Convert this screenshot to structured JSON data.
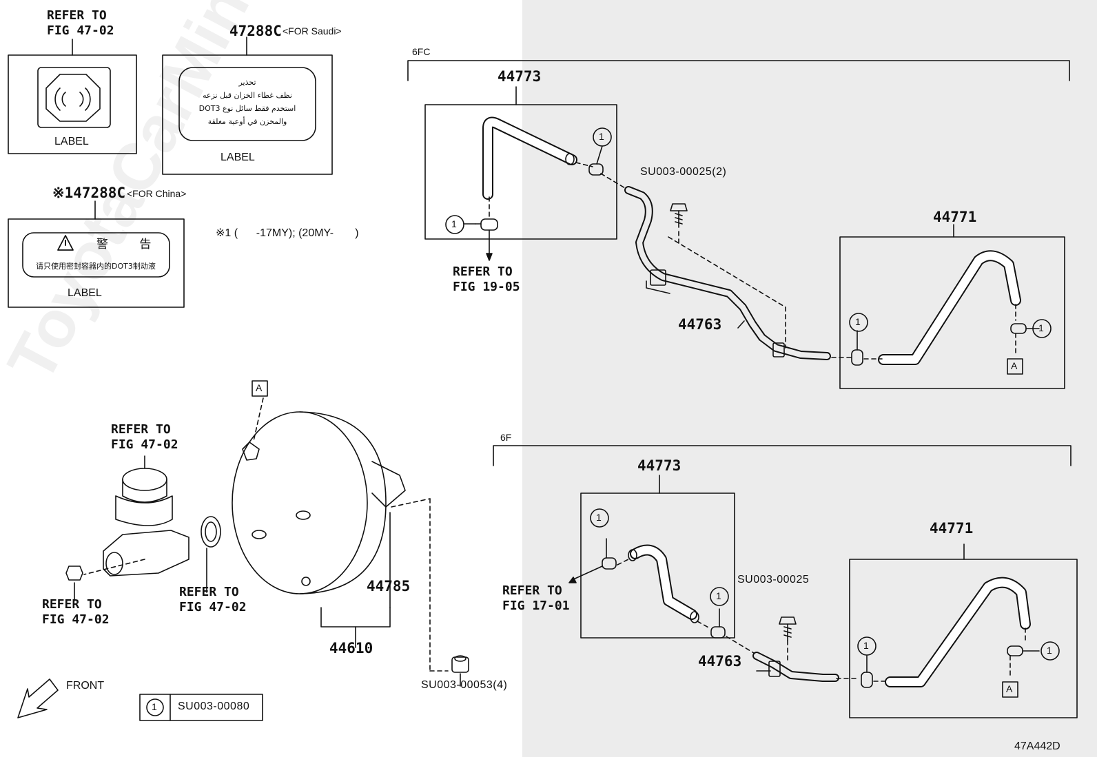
{
  "labels": {
    "label_box1": {
      "ref": "REFER TO\nFIG 47-02",
      "caption": "LABEL"
    },
    "label_box2": {
      "part": "47288C",
      "note": "<FOR Saudi>",
      "caption": "LABEL",
      "arabic_lines": [
        "تحذير",
        "نظف غطاء الخزان قبل نزعه",
        "استخدم فقط سائل نوع DOT3",
        "والمخزن في أوعية مغلقة"
      ]
    },
    "label_box3": {
      "part": "※147288C",
      "note": "<FOR China>",
      "caption": "LABEL",
      "warning_title": "警 告",
      "warning_text": "请只使用密封容器内的DOT3制动液"
    },
    "year_note": "※1 (      -17MY); (20MY-       )"
  },
  "upper": {
    "group": "6FC",
    "hose_upper": "44773",
    "hose_lower": "44771",
    "tube": "44763",
    "bolt": "SU003-00025(2)",
    "refer": "REFER TO\nFIG 19-05",
    "clip_marker": "1",
    "connector_marker": "A"
  },
  "lower": {
    "group": "6F",
    "hose_upper": "44773",
    "hose_lower": "44771",
    "tube": "44763",
    "bolt": "SU003-00025",
    "refer": "REFER TO\nFIG 17-01",
    "clip_marker": "1",
    "connector_marker": "A"
  },
  "booster": {
    "connector_marker": "A",
    "master_refer": "REFER TO\nFIG 47-02",
    "nut_refer": "REFER TO\nFIG 47-02",
    "seal_refer": "REFER TO\nFIG 47-02",
    "gasket": "44785",
    "assembly": "44610",
    "nut_part": "SU003-00053(4)"
  },
  "legend": {
    "marker": "1",
    "part": "SU003-00080"
  },
  "front_label": "FRONT",
  "diagram_code": "47A442D",
  "watermark": "ToyotaCarMine.ru"
}
